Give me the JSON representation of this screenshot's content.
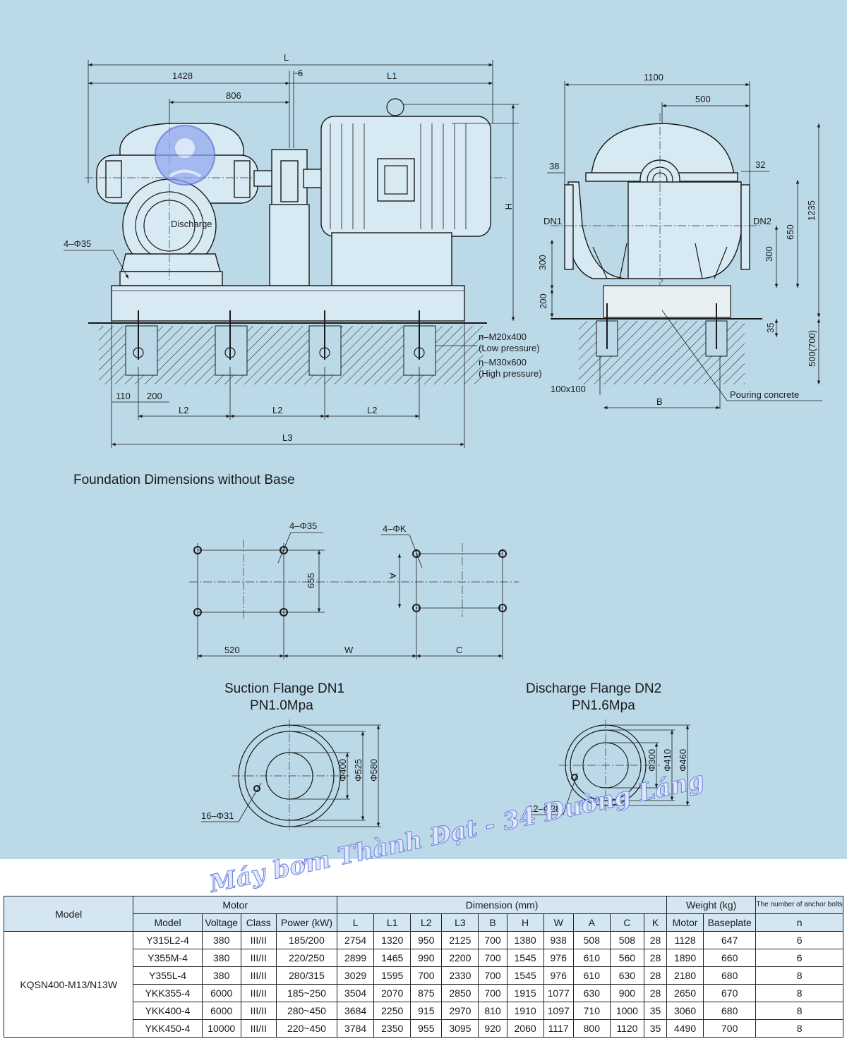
{
  "dimensions": {
    "L": "L",
    "d1428": "1428",
    "d6": "6",
    "L1": "L1",
    "d806": "806",
    "H": "H",
    "d4phi35": "4–Φ35",
    "discharge": "Discharge",
    "d1100": "1100",
    "d500": "500",
    "d38": "38",
    "d32": "32",
    "DN1": "DN1",
    "DN2": "DN2",
    "d300a": "300",
    "d300b": "300",
    "d200": "200",
    "d650": "650",
    "d1235": "1235",
    "d35": "35",
    "d500_700": "500(700)",
    "bolt1": "n–M20x400",
    "bolt1b": "(Low pressure)",
    "bolt2": "n–M30x600",
    "bolt2b": "(High pressure)",
    "d100x100": "100x100",
    "B": "B",
    "pouring": "Pouring concrete",
    "d110": "110",
    "d200b": "200",
    "L2a": "L2",
    "L2b": "L2",
    "L2c": "L2",
    "L3": "L3"
  },
  "foundation": {
    "title": "Foundation Dimensions without Base",
    "d4phi35": "4–Φ35",
    "d4phiK": "4–ΦK",
    "d655": "655",
    "A": "A",
    "d520": "520",
    "W": "W",
    "C": "C"
  },
  "flanges": {
    "suction_title": "Suction Flange DN1",
    "suction_pn": "PN1.0Mpa",
    "s_d400": "Φ400",
    "s_d525": "Φ525",
    "s_d580": "Φ580",
    "s_bolts": "16–Φ31",
    "discharge_title": "Discharge Flange DN2",
    "discharge_pn": "PN1.6Mpa",
    "d_d300": "Φ300",
    "d_d410": "Φ410",
    "d_d460": "Φ460",
    "d_bolts": "12–Φ28"
  },
  "watermark": "Máy bơm Thành Đạt - 34 Đường Láng",
  "table": {
    "h_model": "Model",
    "h_motor": "Motor",
    "h_dimension": "Dimension (mm)",
    "h_weight": "Weight (kg)",
    "h_anchor": "The number of anchor bolts",
    "sub": {
      "model": "Model",
      "voltage": "Voltage",
      "class": "Class",
      "power": "Power (kW)",
      "L": "L",
      "L1": "L1",
      "L2": "L2",
      "L3": "L3",
      "B": "B",
      "H": "H",
      "W": "W",
      "A": "A",
      "C": "C",
      "K": "K",
      "motor": "Motor",
      "baseplate": "Baseplate",
      "n": "n"
    },
    "pump_model": "KQSN400-M13/N13W",
    "rows": [
      [
        "Y315L2-4",
        "380",
        "III/II",
        "185/200",
        "2754",
        "1320",
        "950",
        "2125",
        "700",
        "1380",
        "938",
        "508",
        "508",
        "28",
        "1128",
        "647",
        "6"
      ],
      [
        "Y355M-4",
        "380",
        "III/II",
        "220/250",
        "2899",
        "1465",
        "990",
        "2200",
        "700",
        "1545",
        "976",
        "610",
        "560",
        "28",
        "1890",
        "660",
        "6"
      ],
      [
        "Y355L-4",
        "380",
        "III/II",
        "280/315",
        "3029",
        "1595",
        "700",
        "2330",
        "700",
        "1545",
        "976",
        "610",
        "630",
        "28",
        "2180",
        "680",
        "8"
      ],
      [
        "YKK355-4",
        "6000",
        "III/II",
        "185~250",
        "3504",
        "2070",
        "875",
        "2850",
        "700",
        "1915",
        "1077",
        "630",
        "900",
        "28",
        "2650",
        "670",
        "8"
      ],
      [
        "YKK400-4",
        "6000",
        "III/II",
        "280~450",
        "3684",
        "2250",
        "915",
        "2970",
        "810",
        "1910",
        "1097",
        "710",
        "1000",
        "35",
        "3060",
        "680",
        "8"
      ],
      [
        "YKK450-4",
        "10000",
        "III/II",
        "220~450",
        "3784",
        "2350",
        "955",
        "3095",
        "920",
        "2060",
        "1117",
        "800",
        "1120",
        "35",
        "4490",
        "700",
        "8"
      ]
    ]
  }
}
